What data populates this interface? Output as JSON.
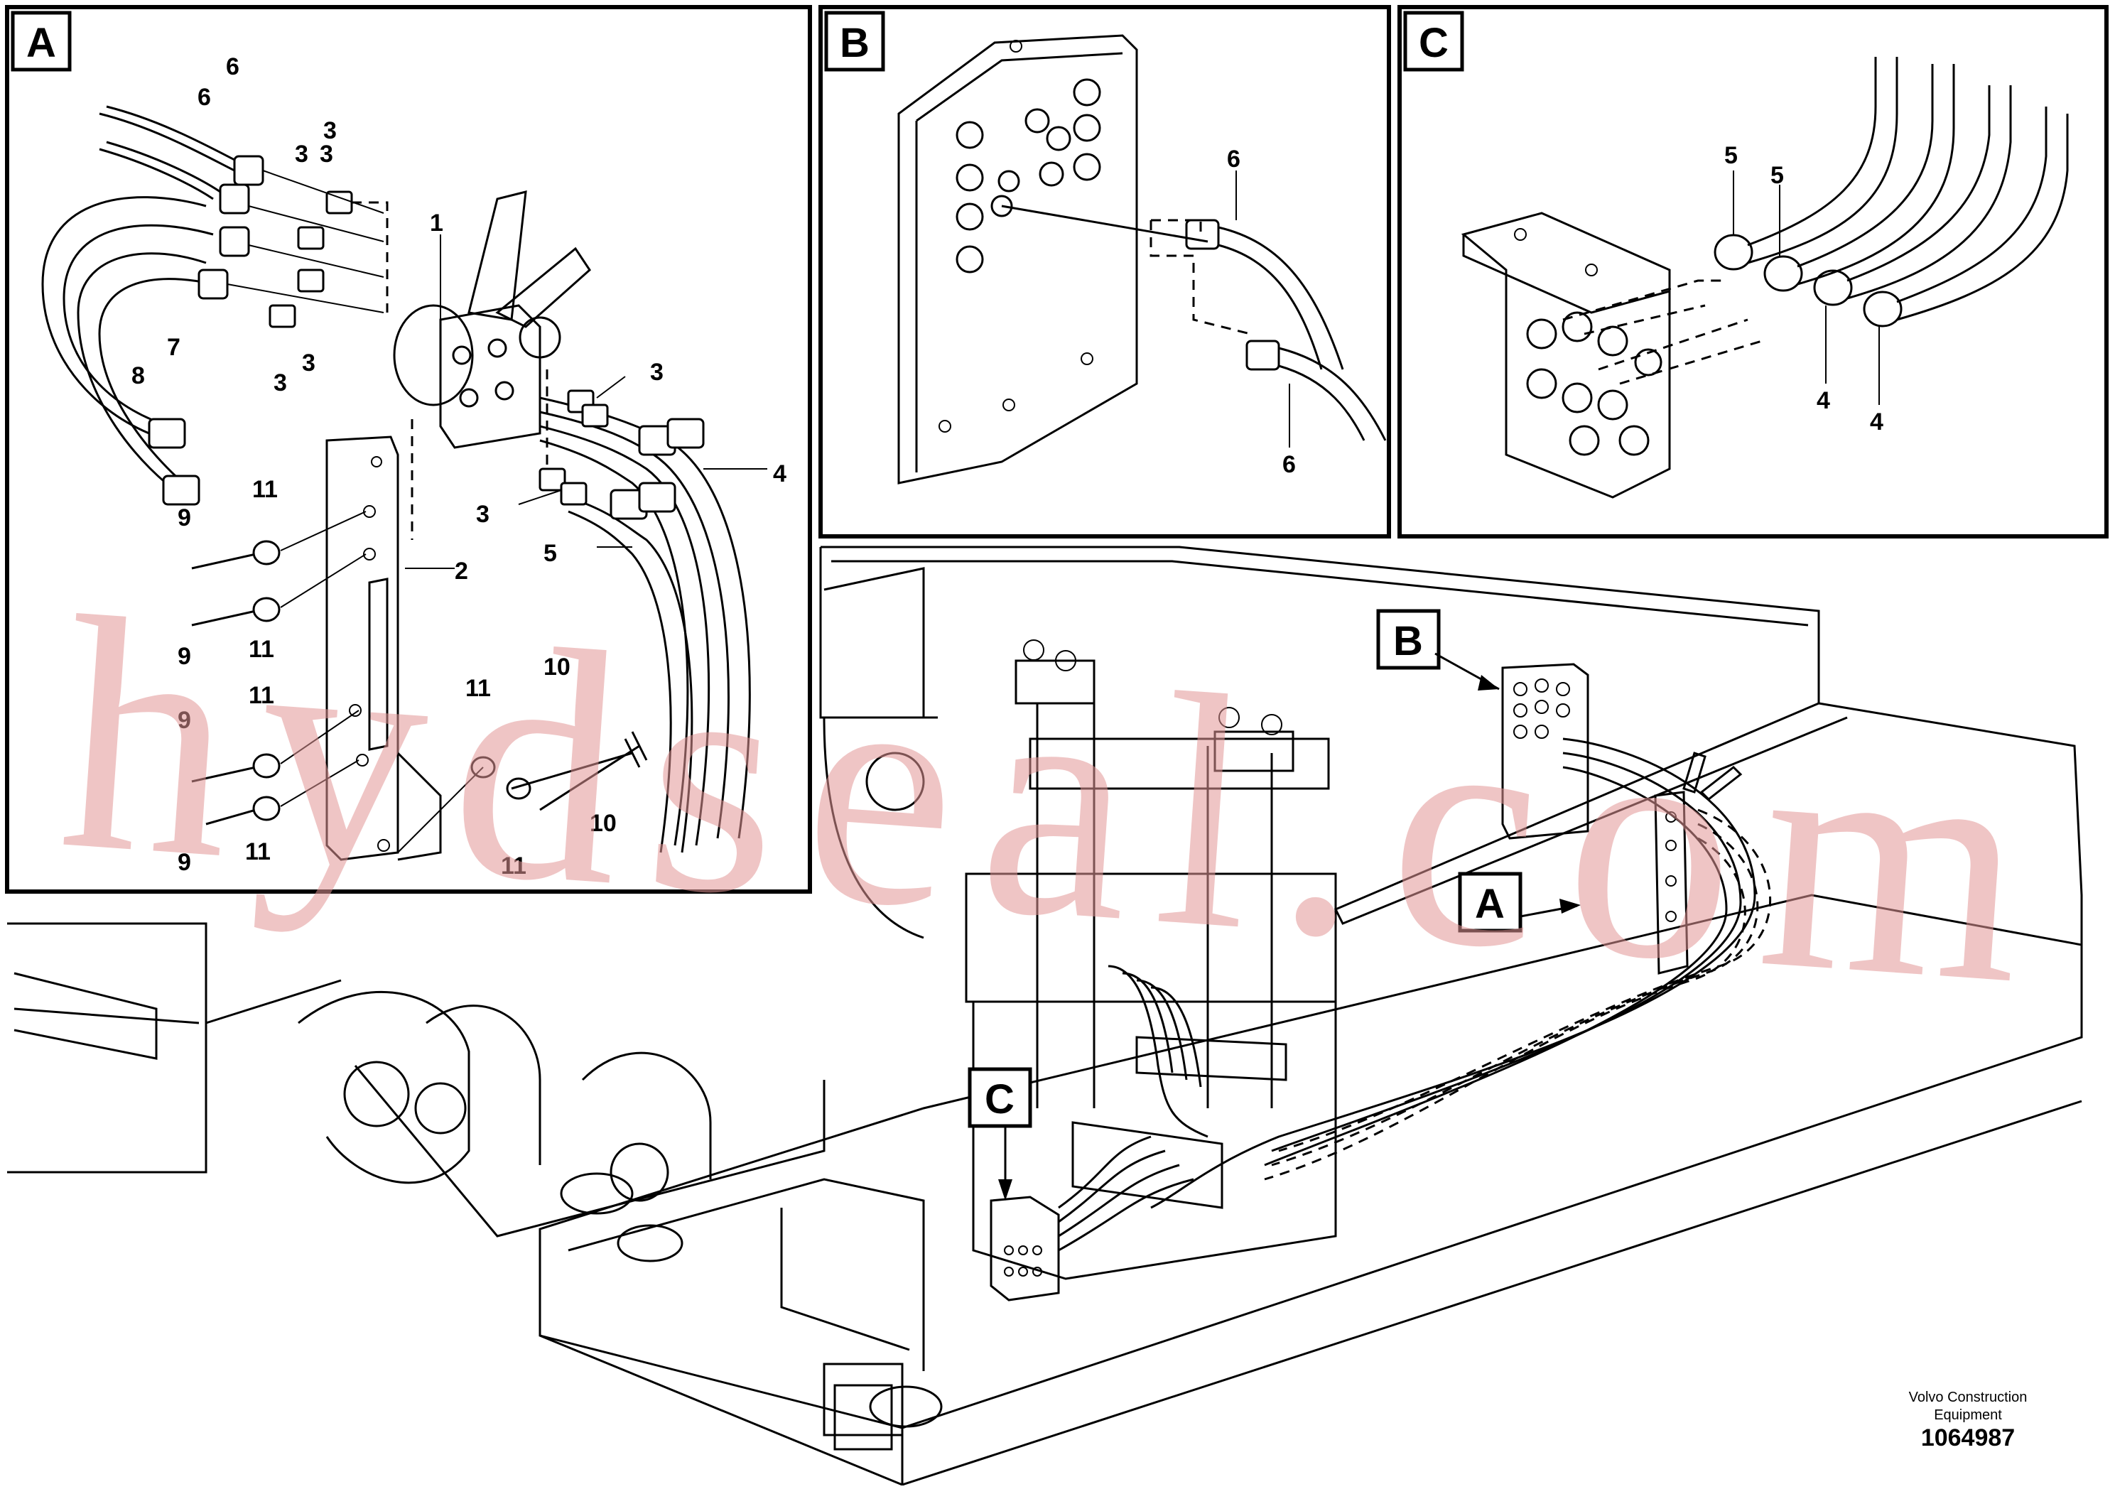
{
  "panels": {
    "a": {
      "label": "A"
    },
    "b": {
      "label": "B"
    },
    "c": {
      "label": "C"
    }
  },
  "main_view": {
    "tag_a": "A",
    "tag_b": "B",
    "tag_c": "C"
  },
  "callouts": {
    "n1": "1",
    "n2": "2",
    "n3": "3",
    "n4": "4",
    "n5": "5",
    "n6": "6",
    "n7": "7",
    "n8": "8",
    "n9": "9",
    "n10": "10",
    "n11": "11"
  },
  "watermark": "hydseal.com",
  "footer": {
    "brand_line1": "Volvo Construction",
    "brand_line2": "Equipment",
    "doc_number": "1064987"
  }
}
